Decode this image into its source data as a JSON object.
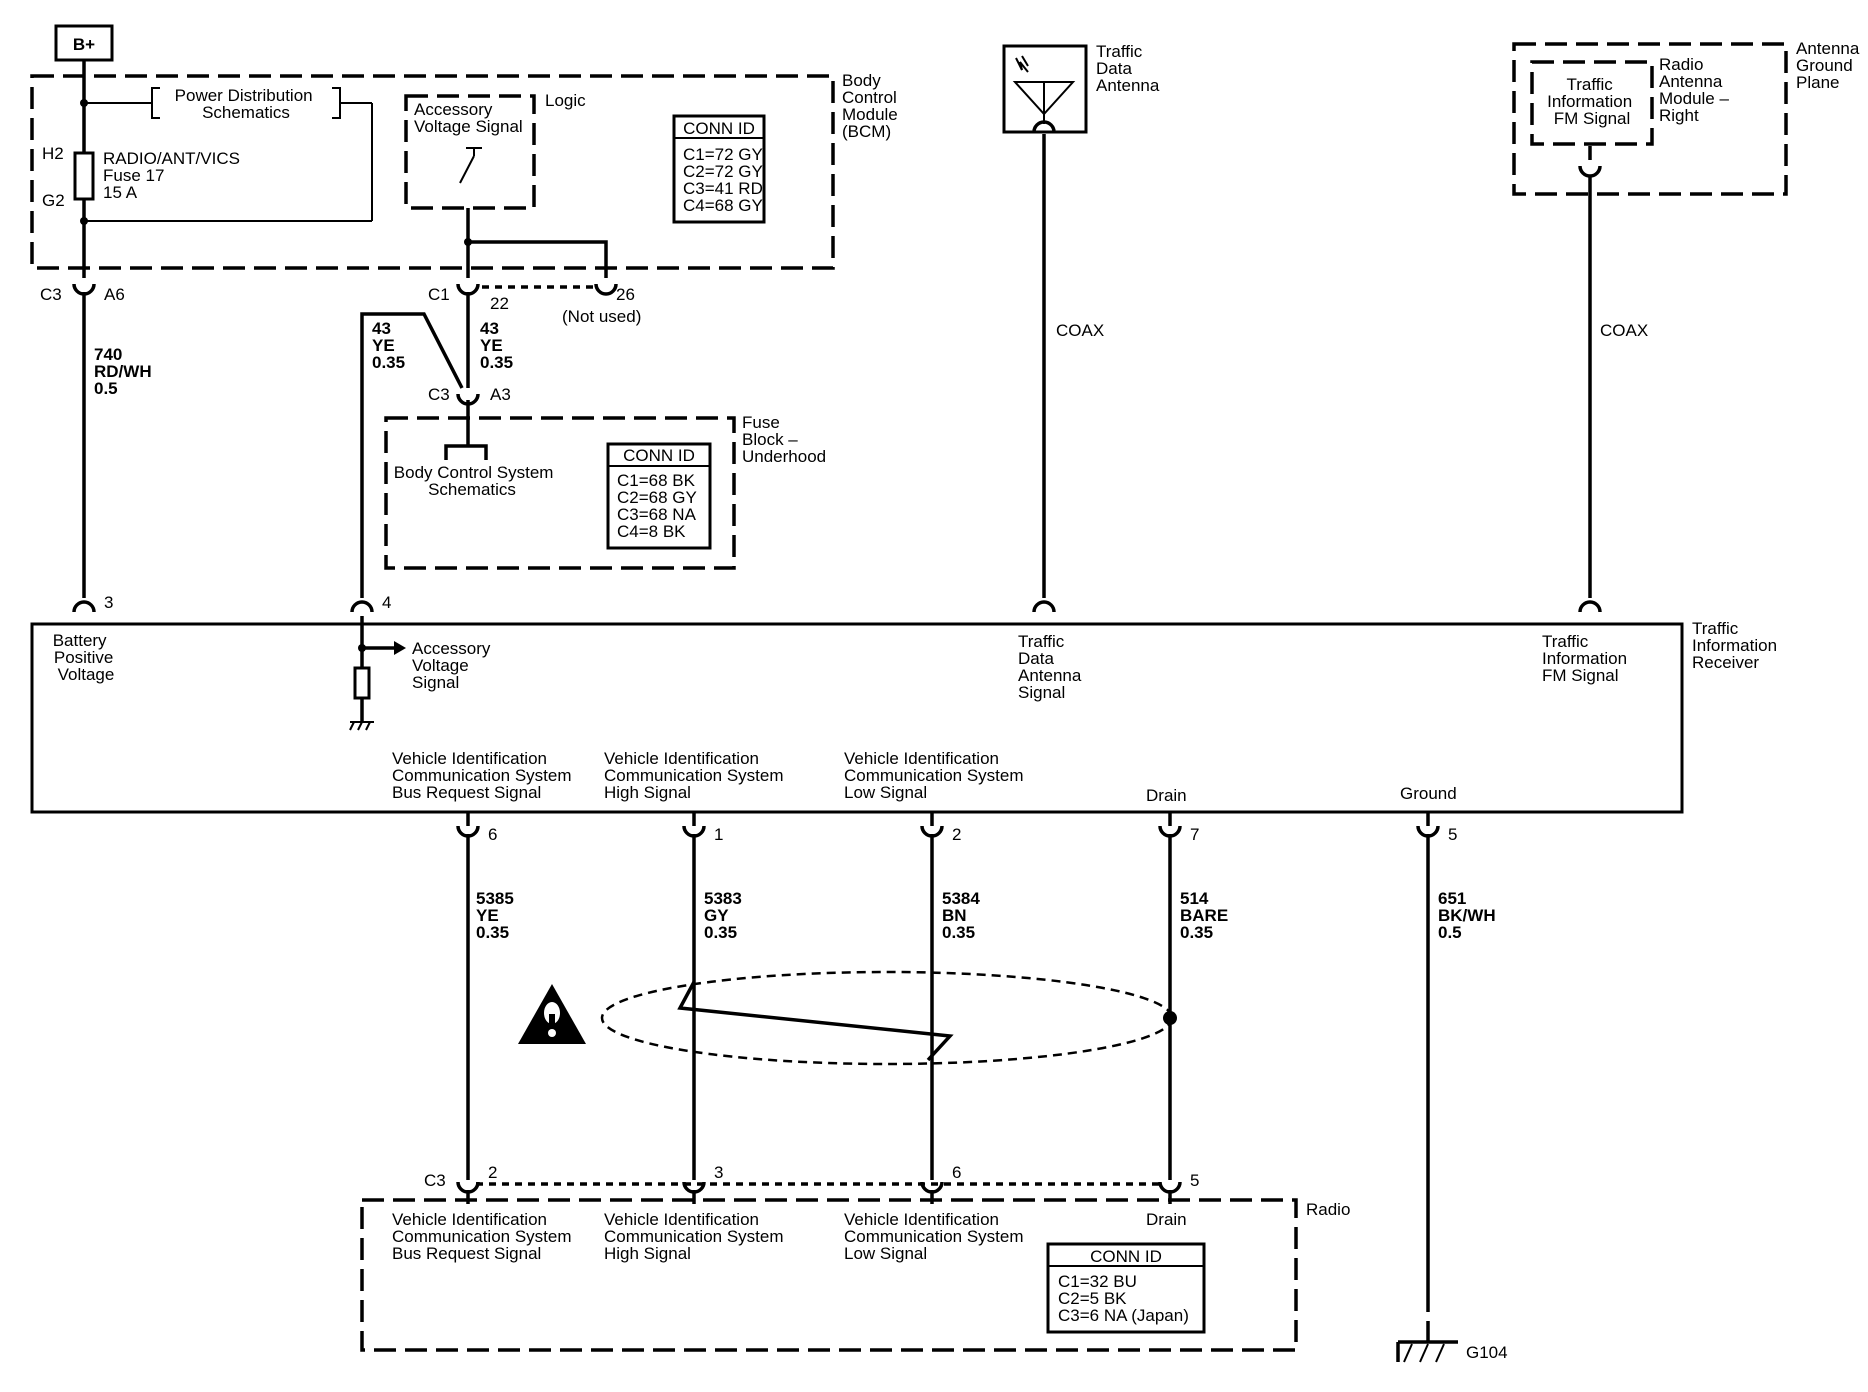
{
  "power": {
    "bplus": "B+",
    "power_dist": [
      "Power Distribution",
      "Schematics"
    ],
    "fuse_h": "H2",
    "fuse_g": "G2",
    "fuse_label": [
      "RADIO/ANT/VICS",
      "Fuse 17",
      "15 A"
    ]
  },
  "bcm": {
    "name": [
      "Body",
      "Control",
      "Module",
      "(BCM)"
    ],
    "logic": "Logic",
    "acc_signal": [
      "Accessory",
      "Voltage Signal"
    ],
    "conn_title": "CONN ID",
    "conn": [
      "C1=72 GY",
      "C2=72 GY",
      "C3=41 RD",
      "C4=68 GY"
    ],
    "c3": "C3",
    "a6": "A6",
    "c1": "C1",
    "p22": "22",
    "p26": "26",
    "not_used": "(Not used)"
  },
  "wires_top": {
    "w740": [
      "740",
      "RD/WH",
      "0.5"
    ],
    "w43a": [
      "43",
      "YE",
      "0.35"
    ],
    "w43b": [
      "43",
      "YE",
      "0.35"
    ]
  },
  "fuse_block": {
    "c3": "C3",
    "a3": "A3",
    "name": [
      "Fuse",
      "Block –",
      "Underhood"
    ],
    "bcs": [
      "Body Control System",
      "Schematics"
    ],
    "conn_title": "CONN ID",
    "conn": [
      "C1=68 BK",
      "C2=68 GY",
      "C3=68 NA",
      "C4=8 BK"
    ]
  },
  "traffic_antenna": {
    "name": [
      "Traffic",
      "Data",
      "Antenna"
    ],
    "coax": "COAX"
  },
  "radio_ant": {
    "ground_plane": [
      "Antenna",
      "Ground",
      "Plane"
    ],
    "fm": [
      "Traffic",
      "Information",
      "FM Signal"
    ],
    "module": [
      "Radio",
      "Antenna",
      "Module –",
      "Right"
    ],
    "coax": "COAX"
  },
  "receiver": {
    "name": [
      "Traffic",
      "Information",
      "Receiver"
    ],
    "pin3": "3",
    "pin4": "4",
    "battery": [
      "Battery",
      "Positive",
      "Voltage"
    ],
    "acc": [
      "Accessory",
      "Voltage",
      "Signal"
    ],
    "tda": [
      "Traffic",
      "Data",
      "Antenna",
      "Signal"
    ],
    "tifm": [
      "Traffic",
      "Information",
      "FM Signal"
    ],
    "bus_req": [
      "Vehicle Identification",
      "Communication System",
      "Bus Request Signal"
    ],
    "high": [
      "Vehicle Identification",
      "Communication System",
      "High Signal"
    ],
    "low": [
      "Vehicle Identification",
      "Communication System",
      "Low Signal"
    ],
    "drain": "Drain",
    "ground": "Ground",
    "pins_bottom": [
      "6",
      "1",
      "2",
      "7",
      "5"
    ]
  },
  "wires_bottom": {
    "w5385": [
      "5385",
      "YE",
      "0.35"
    ],
    "w5383": [
      "5383",
      "GY",
      "0.35"
    ],
    "w5384": [
      "5384",
      "BN",
      "0.35"
    ],
    "w514": [
      "514",
      "BARE",
      "0.35"
    ],
    "w651": [
      "651",
      "BK/WH",
      "0.5"
    ]
  },
  "radio": {
    "name": "Radio",
    "c3": "C3",
    "pins": [
      "2",
      "3",
      "6",
      "5"
    ],
    "bus_req": [
      "Vehicle Identification",
      "Communication System",
      "Bus Request Signal"
    ],
    "high": [
      "Vehicle Identification",
      "Communication System",
      "High Signal"
    ],
    "low": [
      "Vehicle Identification",
      "Communication System",
      "Low Signal"
    ],
    "drain": "Drain",
    "conn_title": "CONN ID",
    "conn": [
      "C1=32 BU",
      "C2=5 BK",
      "C3=6 NA (Japan)"
    ]
  },
  "ground": {
    "g104": "G104"
  }
}
